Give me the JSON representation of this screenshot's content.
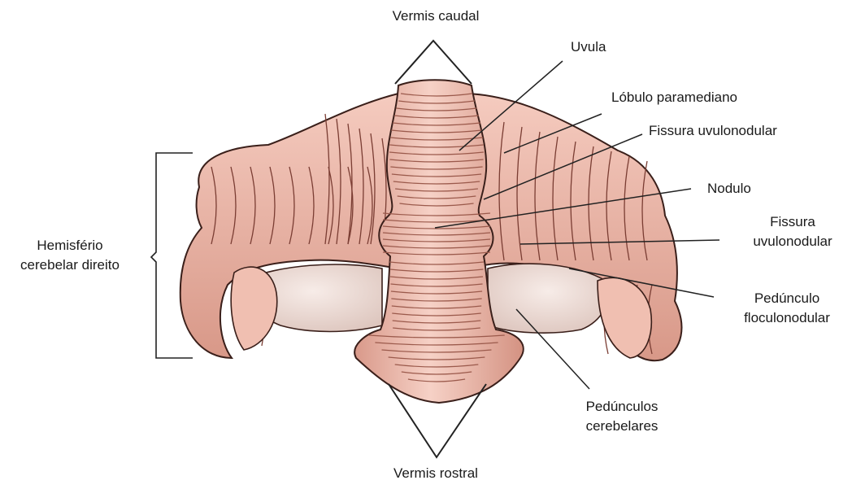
{
  "diagram": {
    "labels": {
      "vermis_caudal": "Vermis caudal",
      "vermis_rostral": "Vermis rostral",
      "uvula": "Uvula",
      "lobulo_paramediano": "Lóbulo paramediano",
      "fissura_uvulonodular_1": "Fissura uvulonodular",
      "nodulo": "Nodulo",
      "fissura_uvulonodular_2_line1": "Fissura",
      "fissura_uvulonodular_2_line2": "uvulonodular",
      "hemisferio_line1": "Hemisfério",
      "hemisferio_line2": "cerebelar direito",
      "peduncilo_flocular_line1": "Pedúnculo",
      "peduncilo_flocular_line2": "floculonodular",
      "pedunculos_line1": "Pedúnculos",
      "pedunculos_line2": "cerebelares"
    },
    "colors": {
      "tissue": "#f2c0b3",
      "tissue_dark": "#c98576",
      "tissue_shadow": "#7a3d33",
      "outline": "#3a1f1a",
      "peduncle": "#efe3de",
      "line": "#222222"
    }
  }
}
